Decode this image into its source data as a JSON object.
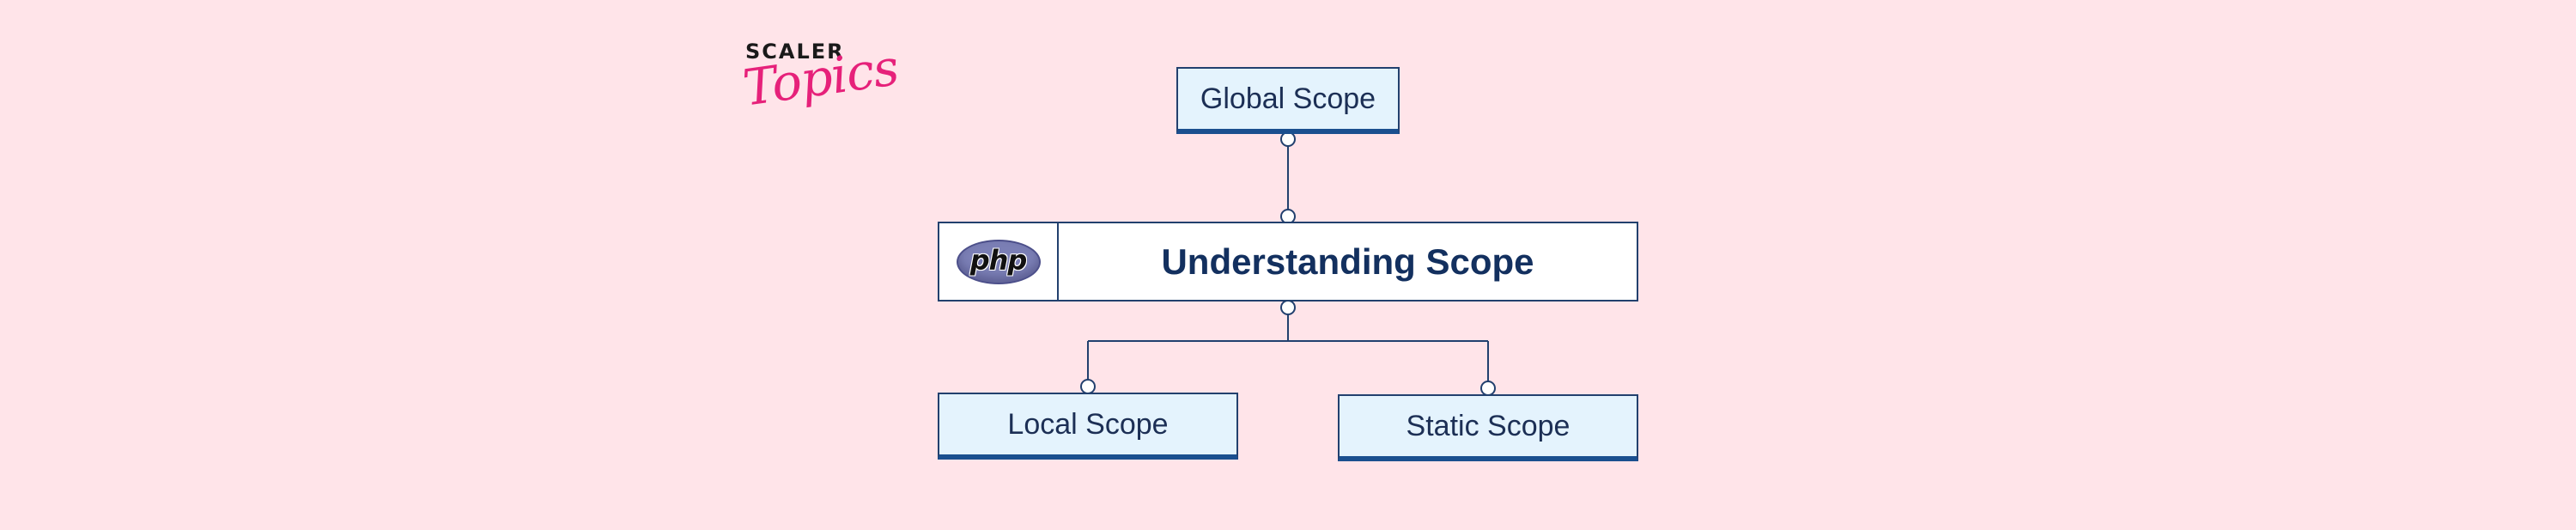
{
  "logo": {
    "wordmark": "SCALER",
    "script": "Topics",
    "brand_color": "#e6217a"
  },
  "diagram": {
    "root": {
      "label": "Global Scope"
    },
    "center": {
      "label": "Understanding Scope",
      "icon_text": "php",
      "icon": "php-logo-icon"
    },
    "children": [
      {
        "label": "Local Scope"
      },
      {
        "label": "Static Scope"
      }
    ]
  },
  "colors": {
    "background": "#ffe4e9",
    "node_fill": "#e4f3fd",
    "node_border": "#22406e",
    "node_underline": "#1a4f8f",
    "text": "#1c2f55"
  }
}
